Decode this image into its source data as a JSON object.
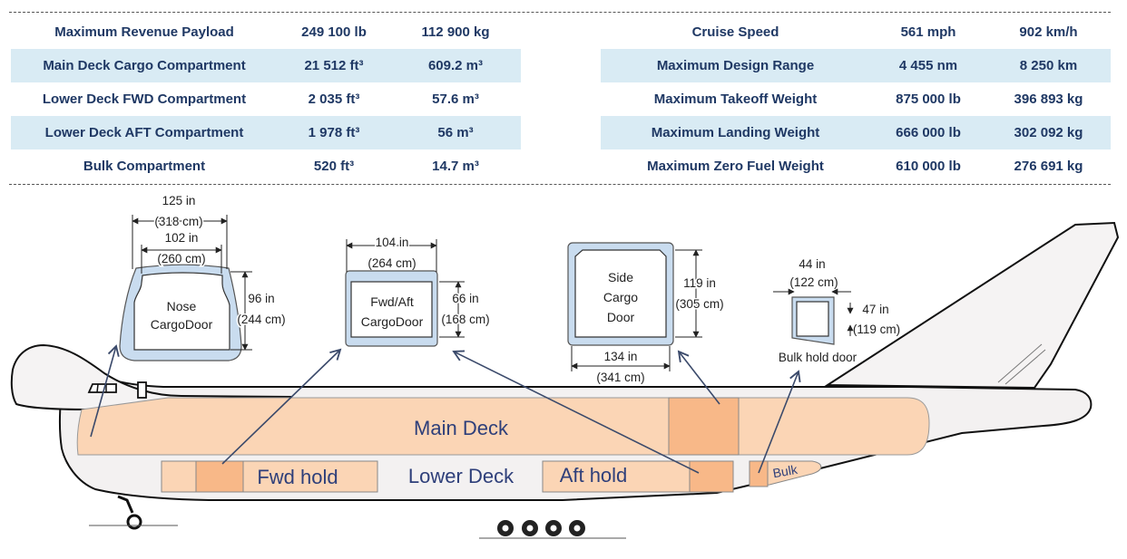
{
  "specs_left": [
    {
      "label": "Maximum Revenue Payload",
      "imperial": "249 100 lb",
      "metric": "112 900 kg"
    },
    {
      "label": "Main Deck Cargo Compartment",
      "imperial": "21 512 ft³",
      "metric": "609.2 m³"
    },
    {
      "label": "Lower Deck FWD Compartment",
      "imperial": "2 035 ft³",
      "metric": "57.6 m³"
    },
    {
      "label": "Lower Deck AFT Compartment",
      "imperial": "1 978 ft³",
      "metric": "56 m³"
    },
    {
      "label": "Bulk Compartment",
      "imperial": "520 ft³",
      "metric": "14.7 m³"
    }
  ],
  "specs_right": [
    {
      "label": "Cruise Speed",
      "imperial": "561 mph",
      "metric": "902 km/h"
    },
    {
      "label": "Maximum Design Range",
      "imperial": "4 455 nm",
      "metric": "8 250 km"
    },
    {
      "label": "Maximum Takeoff Weight",
      "imperial": "875 000 lb",
      "metric": "396 893 kg"
    },
    {
      "label": "Maximum Landing Weight",
      "imperial": "666 000 lb",
      "metric": "302 092 kg"
    },
    {
      "label": "Maximum Zero Fuel Weight",
      "imperial": "610 000 lb",
      "metric": "276 691 kg"
    }
  ],
  "doors": {
    "nose": {
      "line1": "Nose",
      "line2": "CargoDoor",
      "outer_w_in": "125 in",
      "outer_w_cm": "(318 cm)",
      "inner_w_in": "102 in",
      "inner_w_cm": "(260 cm)",
      "h_in": "96 in",
      "h_cm": "(244 cm)"
    },
    "fwd_aft": {
      "line1": "Fwd/Aft",
      "line2": "CargoDoor",
      "w_in": "104 in",
      "w_cm": "(264 cm)",
      "h_in": "66 in",
      "h_cm": "(168 cm)"
    },
    "side": {
      "line1": "Side",
      "line2": "Cargo",
      "line3": "Door",
      "w_in": "134 in",
      "w_cm": "(341 cm)",
      "h_in": "119 in",
      "h_cm": "(305 cm)"
    },
    "bulk": {
      "caption": "Bulk hold door",
      "w_in": "44 in",
      "w_cm": "(122 cm)",
      "h_in": "47 in",
      "h_cm": "(119 cm)"
    }
  },
  "decks": {
    "main": "Main Deck",
    "lower": "Lower Deck",
    "fwd_hold": "Fwd hold",
    "aft_hold": "Aft hold",
    "bulk": "Bulk"
  },
  "colors": {
    "deck_fill": "#fbd5b5",
    "hold_fill": "#f8b888",
    "door_frame": "#c9dcef",
    "text_navy": "#1f3864",
    "row_shade": "#d9ebf4",
    "arrow": "#3b4a6b"
  }
}
